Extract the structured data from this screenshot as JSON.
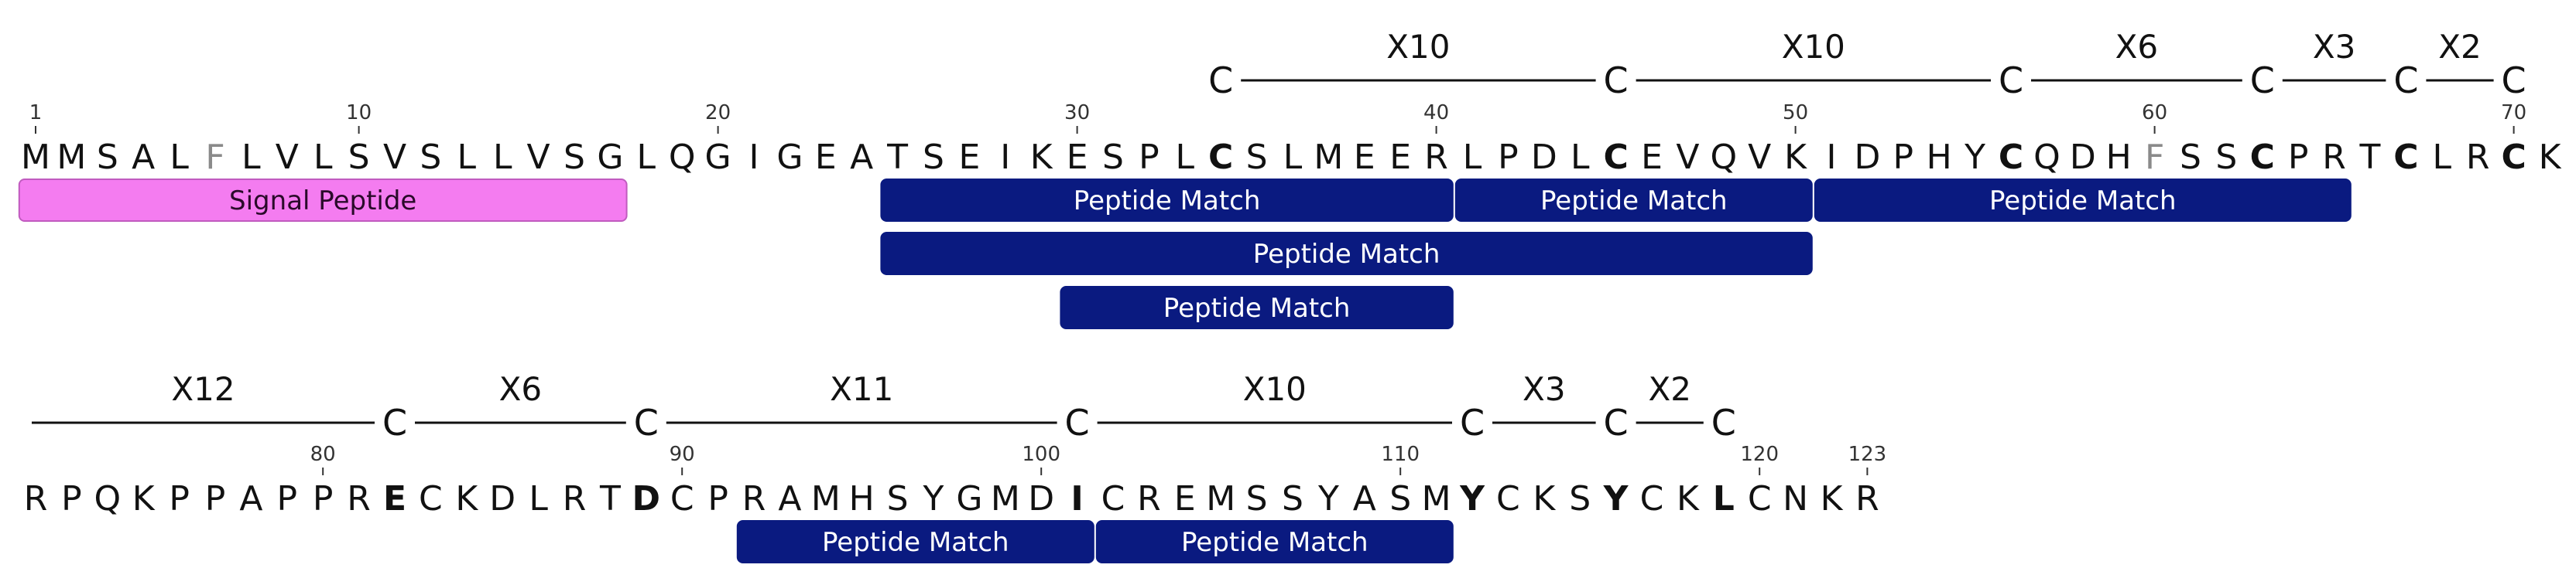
{
  "colors": {
    "signal": "#f47cf0",
    "signal_border": "#c05bbf",
    "match": "#0a1a80",
    "text": "#111111",
    "tick": "#333333"
  },
  "sequence": {
    "rows": [
      "MMSALFLVLSVSLLVSGLQGIGEATSEIKESPLCSLMEERLPDLCEVQVKIDPHYCQDHFSSCPRTCLRCK",
      "RPQKPPAPPRECKDLRTDCPRAMHSYGMDICREMSSYASMYCKSYCKLCNKR"
    ],
    "grey_positions": [
      6,
      60
    ],
    "cysteine_positions": [
      34,
      45,
      56,
      63,
      67,
      70,
      82,
      89,
      101,
      112,
      116,
      119
    ],
    "ticks": [
      1,
      10,
      20,
      30,
      40,
      50,
      60,
      70,
      80,
      90,
      100,
      110,
      120,
      123
    ]
  },
  "features": [
    {
      "label": "Signal Peptide",
      "type": "signal",
      "start": 1,
      "end": 17
    },
    {
      "label": "Peptide Match",
      "type": "match",
      "start": 25,
      "end": 40
    },
    {
      "label": "Peptide Match",
      "type": "match",
      "start": 41,
      "end": 50
    },
    {
      "label": "Peptide Match",
      "type": "match",
      "start": 51,
      "end": 65
    },
    {
      "label": "Peptide Match",
      "type": "match",
      "start": 25,
      "end": 50
    },
    {
      "label": "Peptide Match",
      "type": "match",
      "start": 30,
      "end": 40
    },
    {
      "label": "Peptide Match",
      "type": "match",
      "start": 92,
      "end": 101
    },
    {
      "label": "Peptide Match",
      "type": "match",
      "start": 102,
      "end": 111
    }
  ],
  "cysteine_pattern": {
    "row1": [
      "C",
      "X10",
      "C",
      "X10",
      "C",
      "X6",
      "C",
      "X3",
      "C",
      "X2",
      "C"
    ],
    "row2": [
      "X12",
      "C",
      "X6",
      "C",
      "X11",
      "C",
      "X10",
      "C",
      "X3",
      "C",
      "X2",
      "C"
    ]
  }
}
